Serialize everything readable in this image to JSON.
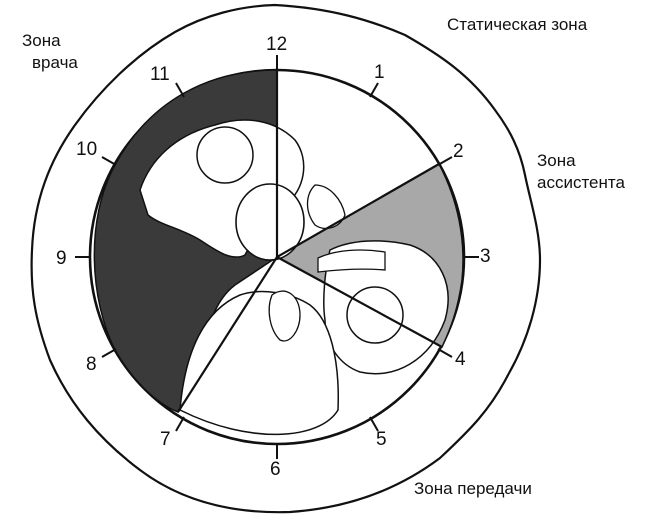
{
  "zones": {
    "doctor": [
      "Зона",
      "врача"
    ],
    "static": "Статическая зона",
    "assistant": [
      "Зона",
      "ассистента"
    ],
    "transfer": "Зона передачи"
  },
  "clock": {
    "numbers": [
      "12",
      "1",
      "2",
      "3",
      "4",
      "5",
      "6",
      "7",
      "8",
      "9",
      "10",
      "11"
    ]
  },
  "colors": {
    "ink": "#111111",
    "doctor_zone_fill": "#3a3a3a",
    "assistant_zone_fill": "#a8a8a8",
    "paper": "#ffffff"
  }
}
